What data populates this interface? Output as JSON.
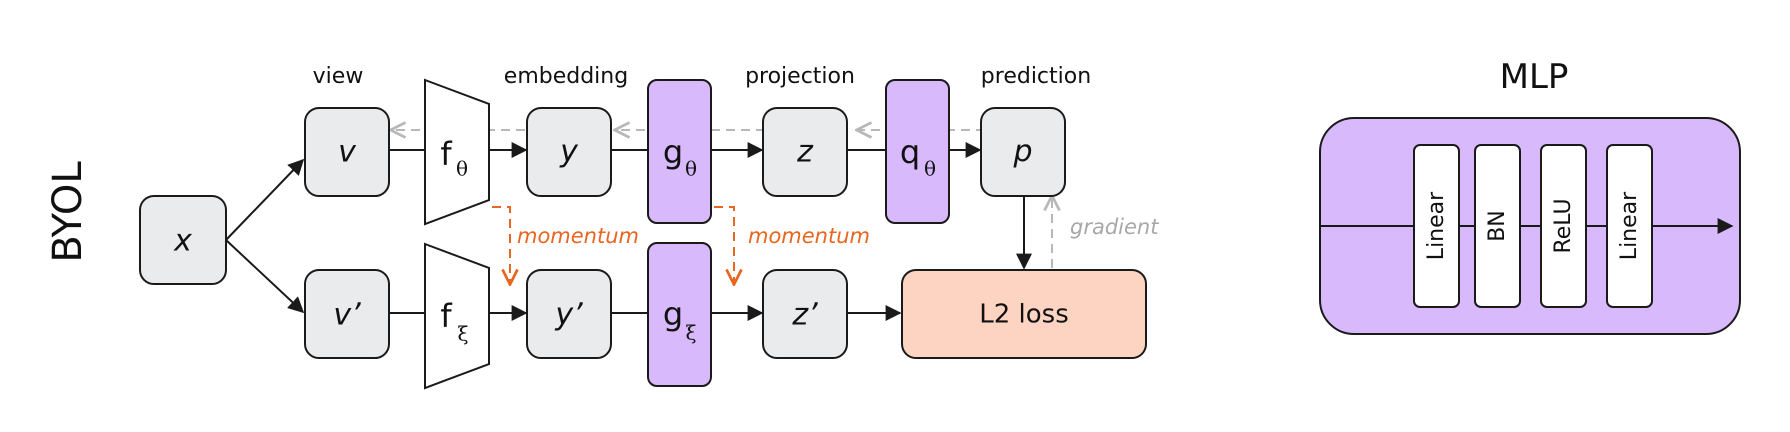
{
  "side_label": "BYOL",
  "headers": {
    "view": "view",
    "embedding": "embedding",
    "projection": "projection",
    "prediction": "prediction"
  },
  "nodes": {
    "x": "x",
    "v": "v",
    "v_prime": "v’",
    "y": "y",
    "y_prime": "y’",
    "z": "z",
    "z_prime": "z’",
    "p": "p"
  },
  "functions": {
    "f_online": {
      "base": "f",
      "sub": "θ"
    },
    "f_target": {
      "base": "f",
      "sub": "ξ"
    },
    "g_online": {
      "base": "g",
      "sub": "θ"
    },
    "g_target": {
      "base": "g",
      "sub": "ξ"
    },
    "q_online": {
      "base": "q",
      "sub": "θ"
    }
  },
  "annotations": {
    "momentum_1": "momentum",
    "momentum_2": "momentum",
    "gradient": "gradient"
  },
  "loss_label": "L2 loss",
  "mlp": {
    "title": "MLP",
    "layers": [
      "Linear",
      "BN",
      "ReLU",
      "Linear"
    ]
  },
  "colors": {
    "node_fill": "#e9ebec",
    "purple": "#d8b9fb",
    "loss_fill": "#fdd3c2",
    "momentum": "#e8661f",
    "gradient": "#b8b8b8"
  }
}
